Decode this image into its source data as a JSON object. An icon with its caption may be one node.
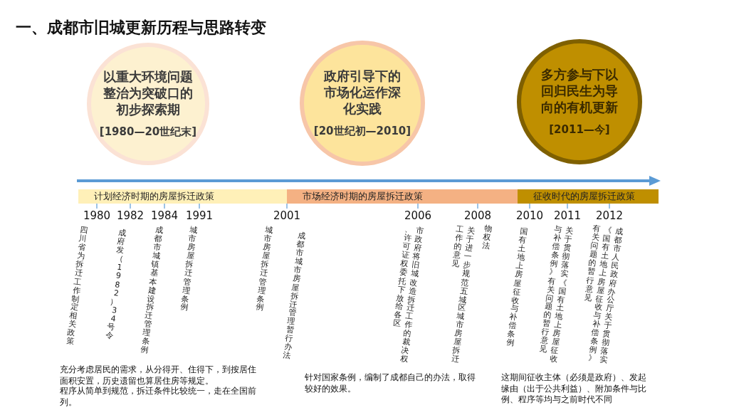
{
  "diagram": {
    "title": "一、成都市旧城更新历程与思路转变",
    "nodes": [
      {
        "text": [
          "以重大环境问题整治为突破口的初步探索期",
          "[1980—20世纪末]"
        ]
      },
      {
        "text": [
          "政府引导下的市场化运作深化实践",
          "[20世纪初—2010]"
        ]
      },
      {
        "text": [
          "多方参与下以回归民生为导向的有机更新",
          "[2011—今]"
        ]
      },
      {
        "text": [
          "计划经济时期的房屋拆迁政策"
        ]
      },
      {
        "text": [
          "市场经济时期的房屋拆迁政策"
        ]
      },
      {
        "text": [
          "征收时代的房屋拆迁政策"
        ]
      }
    ],
    "edges": [],
    "labels": [
      "1980",
      "1982",
      "1984",
      "1991",
      "2001",
      "2006",
      "2008",
      "2010",
      "2011",
      "2012",
      "四川省为拆迁工作制定相关政策",
      "成府发（1982）34号令",
      "成都市城镇基本建设拆迁管理条例",
      "城市房屋拆迁管理条例",
      "城市房屋拆迁管理条例",
      "成都市城市房屋拆迁管理暂行办法",
      "市政府将旧城改造拆迁工作的裁决权、许可证权委托下放给各区",
      "物权法",
      "关于进一步规范五城区城市房屋拆迁工作的意见",
      "国有土地上房屋征收与补偿条例",
      "关于贯彻落实《国有土地上房屋征收与补偿条例》有关问题的暂行意见",
      "成都市人民政府办公厅关于贯彻落实《国有土地上房屋征收与补偿条例》有关问题的暂行意见",
      "充分考虑居民的需求，从分得开、住得下，到按居住面积安置，历史遗留也算居住房等规定。",
      "程序从简单到规范，拆迁条件比较统一，走在全国前列。",
      "针对国家条例，编制了成都自己的办法，取得较好的效果。",
      "这期间征收主体（必须是政府）、发起缘由（出于公共利益）、附加条件与比例、程序等均与之前时代不同"
    ]
  }
}
